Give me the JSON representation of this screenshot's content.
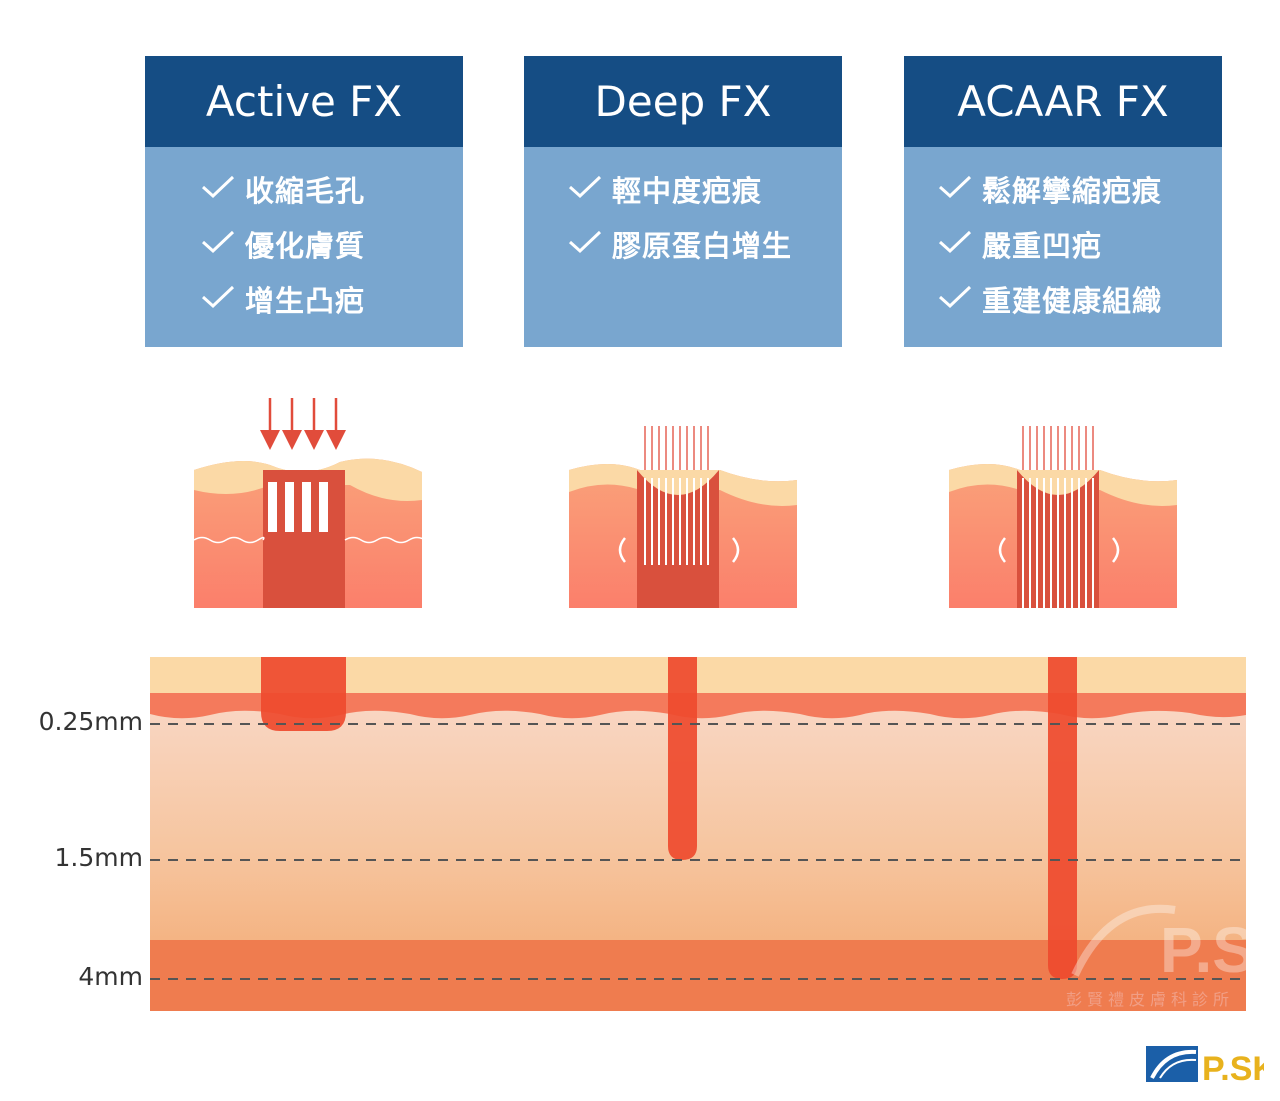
{
  "cards": [
    {
      "title": "Active FX",
      "items": [
        "收縮毛孔",
        "優化膚質",
        "增生凸疤"
      ]
    },
    {
      "title": "Deep FX",
      "items": [
        "輕中度疤痕",
        "膠原蛋白增生"
      ]
    },
    {
      "title": "ACAAR FX",
      "items": [
        "鬆解攣縮疤痕",
        "嚴重凹疤",
        "重建健康組織"
      ]
    }
  ],
  "depths": [
    "0.25mm",
    "1.5mm",
    "4mm"
  ],
  "watermark": {
    "brand": "P.SKIN",
    "clinic": "彭賢禮皮膚科診所"
  },
  "logo": {
    "text": "P.SKIN"
  },
  "colors": {
    "card_header": "#154d84",
    "card_body": "#79a6cf",
    "epidermis": "#fbd9a6",
    "laser": "#e8452a",
    "deep_layer": "#ee7b4d"
  }
}
